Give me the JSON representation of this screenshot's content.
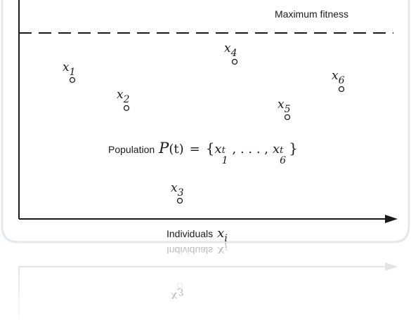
{
  "max_fitness_label": "Maximum fitness",
  "x_axis": {
    "text": "Individuals",
    "var": "x",
    "sub": "i"
  },
  "reflection": {
    "text": "Individuals",
    "var": "x",
    "sub": "i",
    "point_var": "x",
    "point_sub": "3"
  },
  "population": {
    "text": "Population",
    "func": "P",
    "arg": "(t)",
    "eq": "=",
    "open": "{",
    "first_var": "x",
    "first_sup": "t",
    "first_sub": "1",
    "ellipsis": ", . . . ,",
    "last_var": "x",
    "last_sup": "t",
    "last_sub": "6",
    "close": "}"
  },
  "individuals": [
    {
      "var": "x",
      "sub": "1"
    },
    {
      "var": "x",
      "sub": "2"
    },
    {
      "var": "x",
      "sub": "3"
    },
    {
      "var": "x",
      "sub": "4"
    },
    {
      "var": "x",
      "sub": "5"
    },
    {
      "var": "x",
      "sub": "6"
    }
  ],
  "colors": {
    "ink": "#1a1a1a",
    "frame_edge": "#e3e7ee",
    "reflection": "#b8b8b8"
  }
}
